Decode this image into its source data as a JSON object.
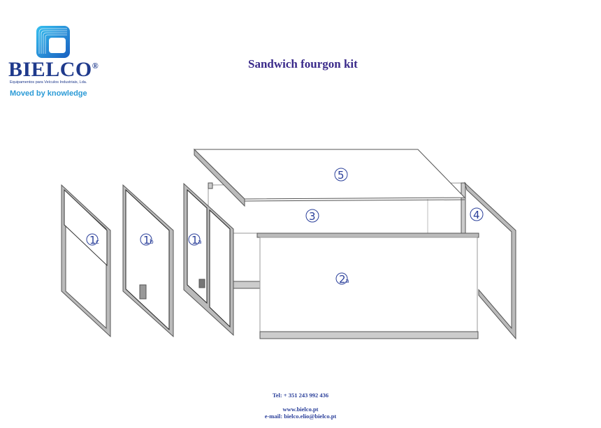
{
  "header": {
    "brand": "BIELCO",
    "registered": "®",
    "company": "Equipamentos para Veículos Industriais, Lda.",
    "tagline": "Moved by knowledge",
    "title": "Sandwich fourgon kit"
  },
  "diagram": {
    "labels": {
      "p1c": {
        "num": "1",
        "sub": "c"
      },
      "p1b": {
        "num": "1",
        "sub": "b"
      },
      "p1a": {
        "num": "1",
        "sub": "a"
      },
      "p2a": {
        "num": "2",
        "sub": "a"
      },
      "p3": {
        "num": "3"
      },
      "p4": {
        "num": "4"
      },
      "p5": {
        "num": "5"
      }
    }
  },
  "footer": {
    "tel": "Tel: + 351 243 992 436",
    "web": "www.bielco.pt",
    "email": "e-mail: bielco.elio@bielco.pt"
  },
  "colors": {
    "brand": "#1f3a8c",
    "tagline": "#2a9ad6",
    "title": "#3a2a8a"
  }
}
